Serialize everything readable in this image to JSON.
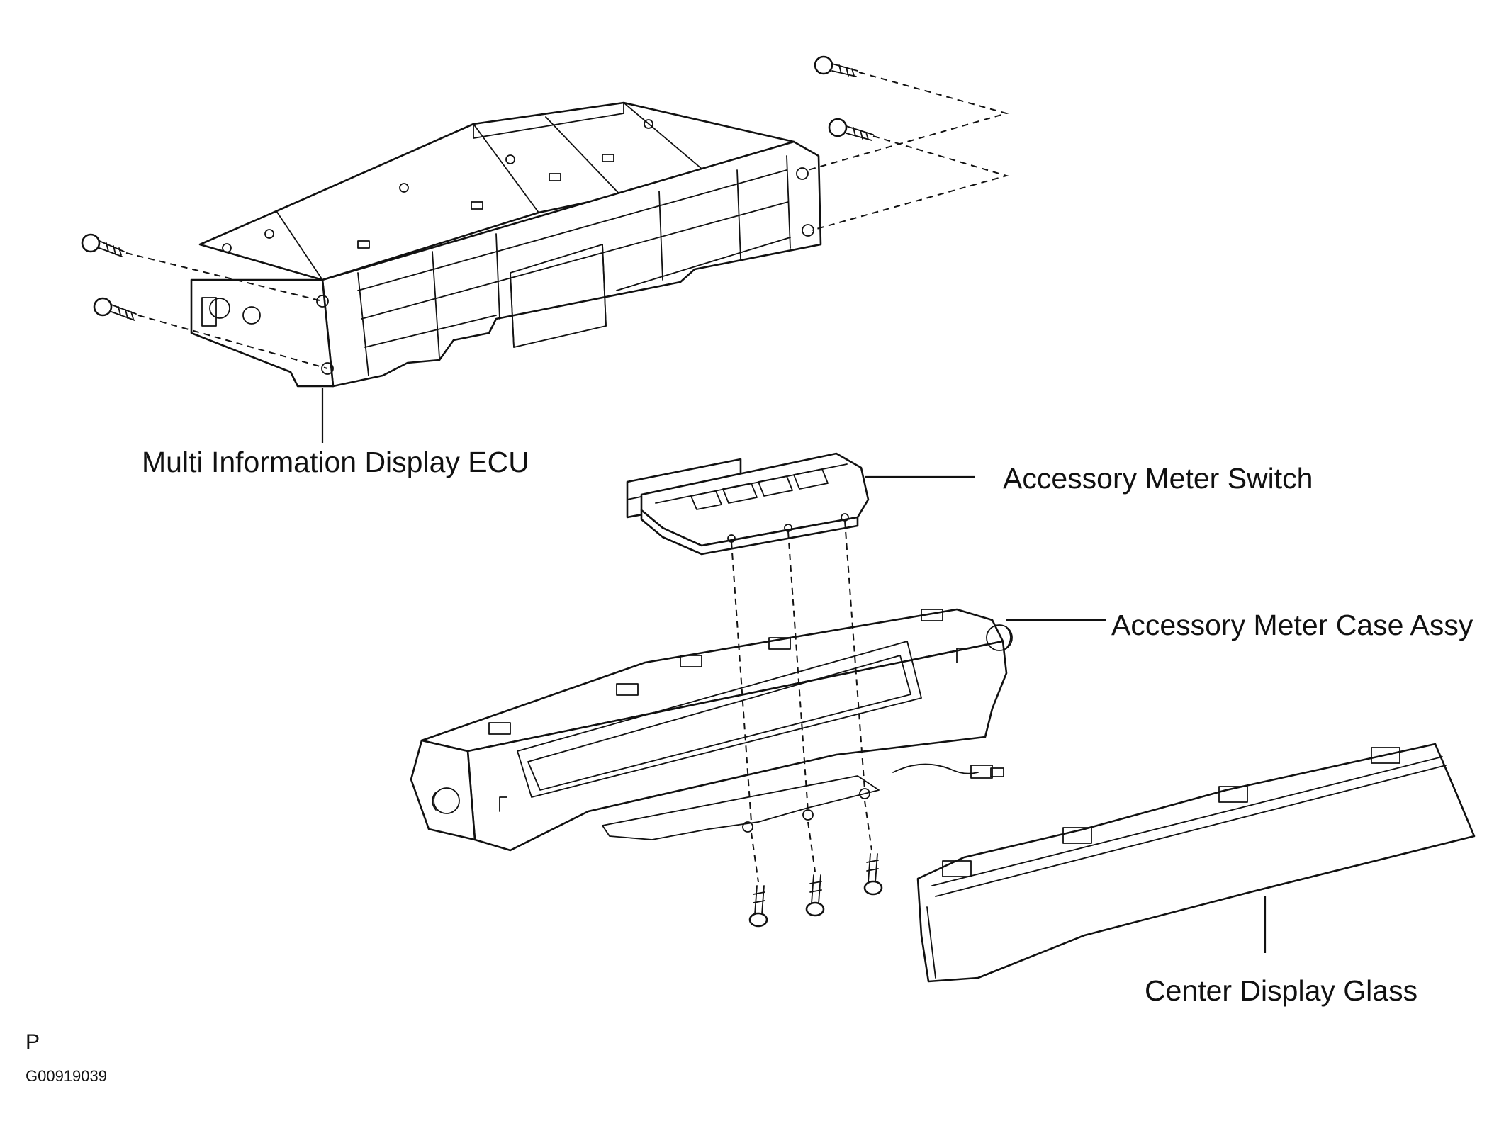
{
  "labels": {
    "ecu": "Multi Information Display ECU",
    "switch": "Accessory Meter Switch",
    "case": "Accessory Meter Case Assy",
    "glass": "Center Display Glass"
  },
  "corner_mark": "P",
  "figure_code": "G00919039"
}
